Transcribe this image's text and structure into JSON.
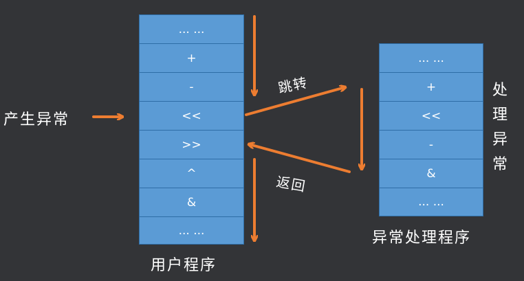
{
  "user_program": {
    "title": "用户程序",
    "cells": [
      "... ...",
      "+",
      "-",
      "<<",
      ">>",
      "^",
      "&",
      "... ..."
    ]
  },
  "handler": {
    "title": "异常处理程序",
    "cells": [
      "... ...",
      "+",
      "<<",
      "-",
      "&",
      "... ..."
    ]
  },
  "labels": {
    "generate_exception": "产生异常",
    "jump": "跳转",
    "return": "返回",
    "handle_exception": [
      "处",
      "理",
      "异",
      "常"
    ]
  },
  "colors": {
    "background": "#333437",
    "cell": "#5b9bd5",
    "cell_border": "#2e6da6",
    "arrow": "#ed7d31",
    "text": "#ffffff"
  }
}
